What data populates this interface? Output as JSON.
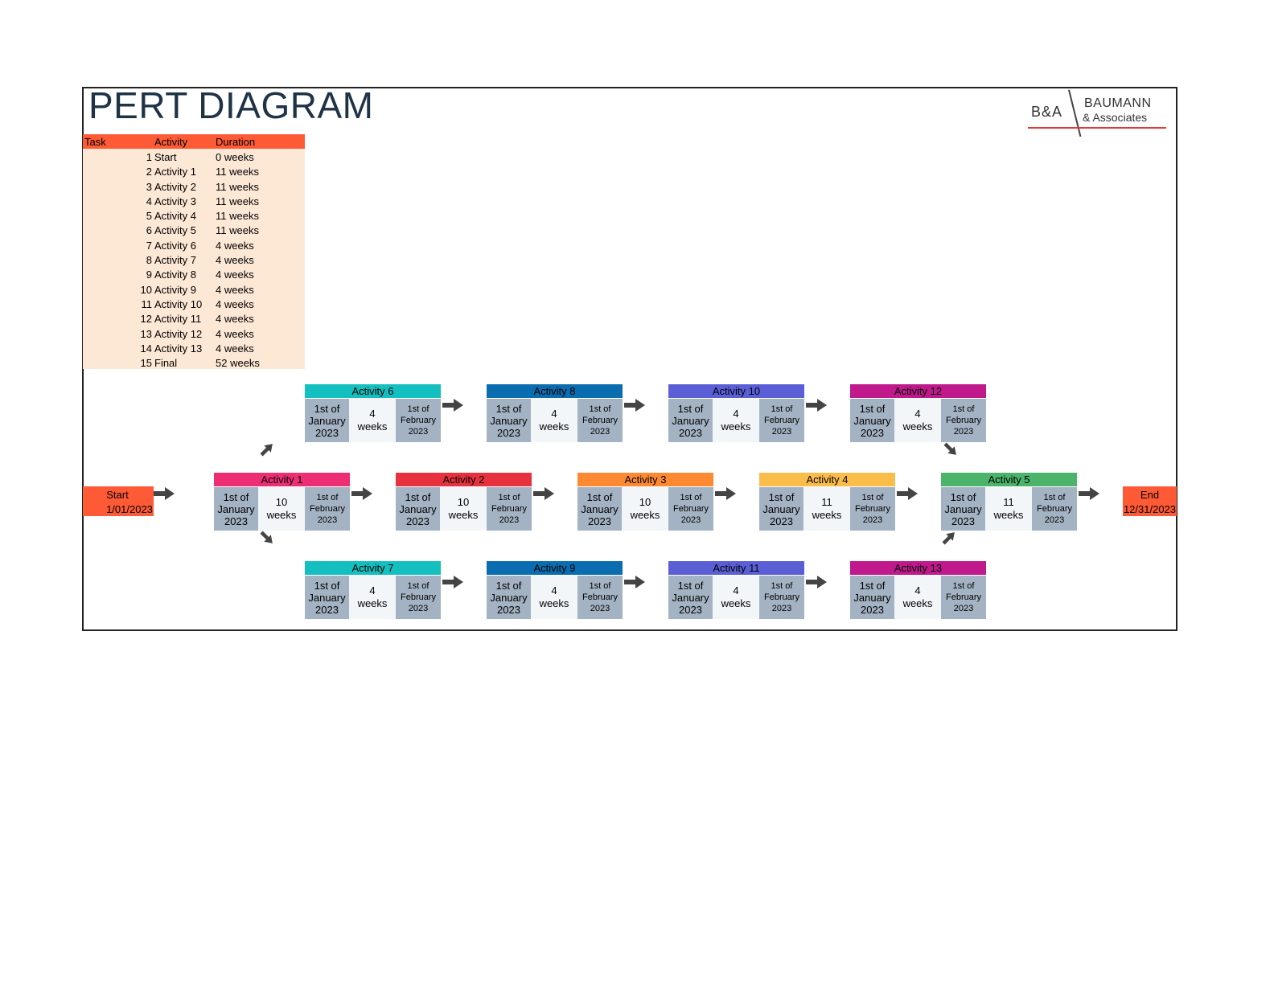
{
  "title": "PERT DIAGRAM",
  "logo": {
    "initials": "B&A",
    "name_line1": "BAUMANN",
    "name_line2": "& Associates"
  },
  "table": {
    "headers": {
      "task": "Task",
      "activity": "Activity",
      "duration": "Duration"
    },
    "rows": [
      {
        "task": "1",
        "activity": "Start",
        "duration": "0 weeks"
      },
      {
        "task": "2",
        "activity": "Activity 1",
        "duration": "11 weeks"
      },
      {
        "task": "3",
        "activity": "Activity 2",
        "duration": "11 weeks"
      },
      {
        "task": "4",
        "activity": "Activity 3",
        "duration": "11 weeks"
      },
      {
        "task": "5",
        "activity": "Activity 4",
        "duration": "11 weeks"
      },
      {
        "task": "6",
        "activity": "Activity 5",
        "duration": "11 weeks"
      },
      {
        "task": "7",
        "activity": "Activity 6",
        "duration": "4 weeks"
      },
      {
        "task": "8",
        "activity": "Activity 7",
        "duration": "4 weeks"
      },
      {
        "task": "9",
        "activity": "Activity 8",
        "duration": "4 weeks"
      },
      {
        "task": "10",
        "activity": "Activity 9",
        "duration": "4 weeks"
      },
      {
        "task": "11",
        "activity": "Activity 10",
        "duration": "4 weeks"
      },
      {
        "task": "12",
        "activity": "Activity 11",
        "duration": "4 weeks"
      },
      {
        "task": "13",
        "activity": "Activity 12",
        "duration": "4 weeks"
      },
      {
        "task": "14",
        "activity": "Activity 13",
        "duration": "4 weeks"
      },
      {
        "task": "15",
        "activity": "Final",
        "duration": "52 weeks"
      }
    ]
  },
  "start": {
    "label": "Start",
    "date": "1/01/2023"
  },
  "end": {
    "label": "End",
    "date": "12/31/2023"
  },
  "nodes": {
    "a1": {
      "name": "Activity 1",
      "color": "#ee2e74",
      "start": "1st of\nJanuary\n2023",
      "duration": "10\nweeks",
      "finish": "1st of\nFebruary\n2023"
    },
    "a2": {
      "name": "Activity 2",
      "color": "#e8313e",
      "start": "1st of\nJanuary\n2023",
      "duration": "10\nweeks",
      "finish": "1st of\nFebruary\n2023"
    },
    "a3": {
      "name": "Activity 3",
      "color": "#fd8a33",
      "start": "1st of\nJanuary\n2023",
      "duration": "10\nweeks",
      "finish": "1st of\nFebruary\n2023"
    },
    "a4": {
      "name": "Activity 4",
      "color": "#fbbd4a",
      "start": "1st of\nJanuary\n2023",
      "duration": "11\nweeks",
      "finish": "1st of\nFebruary\n2023"
    },
    "a5": {
      "name": "Activity 5",
      "color": "#4bb46a",
      "start": "1st of\nJanuary\n2023",
      "duration": "11\nweeks",
      "finish": "1st of\nFebruary\n2023"
    },
    "a6": {
      "name": "Activity 6",
      "color": "#14bfbf",
      "start": "1st of\nJanuary\n2023",
      "duration": "4\nweeks",
      "finish": "1st of\nFebruary\n2023"
    },
    "a7": {
      "name": "Activity 7",
      "color": "#14bfbf",
      "start": "1st of\nJanuary\n2023",
      "duration": "4\nweeks",
      "finish": "1st of\nFebruary\n2023"
    },
    "a8": {
      "name": "Activity 8",
      "color": "#0a6db0",
      "start": "1st of\nJanuary\n2023",
      "duration": "4\nweeks",
      "finish": "1st of\nFebruary\n2023"
    },
    "a9": {
      "name": "Activity 9",
      "color": "#0a6db0",
      "start": "1st of\nJanuary\n2023",
      "duration": "4\nweeks",
      "finish": "1st of\nFebruary\n2023"
    },
    "a10": {
      "name": "Activity 10",
      "color": "#5b5fd6",
      "start": "1st of\nJanuary\n2023",
      "duration": "4\nweeks",
      "finish": "1st of\nFebruary\n2023"
    },
    "a11": {
      "name": "Activity 11",
      "color": "#5b5fd6",
      "start": "1st of\nJanuary\n2023",
      "duration": "4\nweeks",
      "finish": "1st of\nFebruary\n2023"
    },
    "a12": {
      "name": "Activity 12",
      "color": "#c0198c",
      "start": "1st of\nJanuary\n2023",
      "duration": "4\nweeks",
      "finish": "1st of\nFebruary\n2023"
    },
    "a13": {
      "name": "Activity 13",
      "color": "#c0198c",
      "start": "1st of\nJanuary\n2023",
      "duration": "4\nweeks",
      "finish": "1st of\nFebruary\n2023"
    }
  },
  "colors": {
    "header": "#ff5a36",
    "table_bg": "#fde8d6",
    "date_cell": "#a4b3c3",
    "duration_cell": "#f3f6f9",
    "title": "#1f3347",
    "arrow": "#444444"
  }
}
